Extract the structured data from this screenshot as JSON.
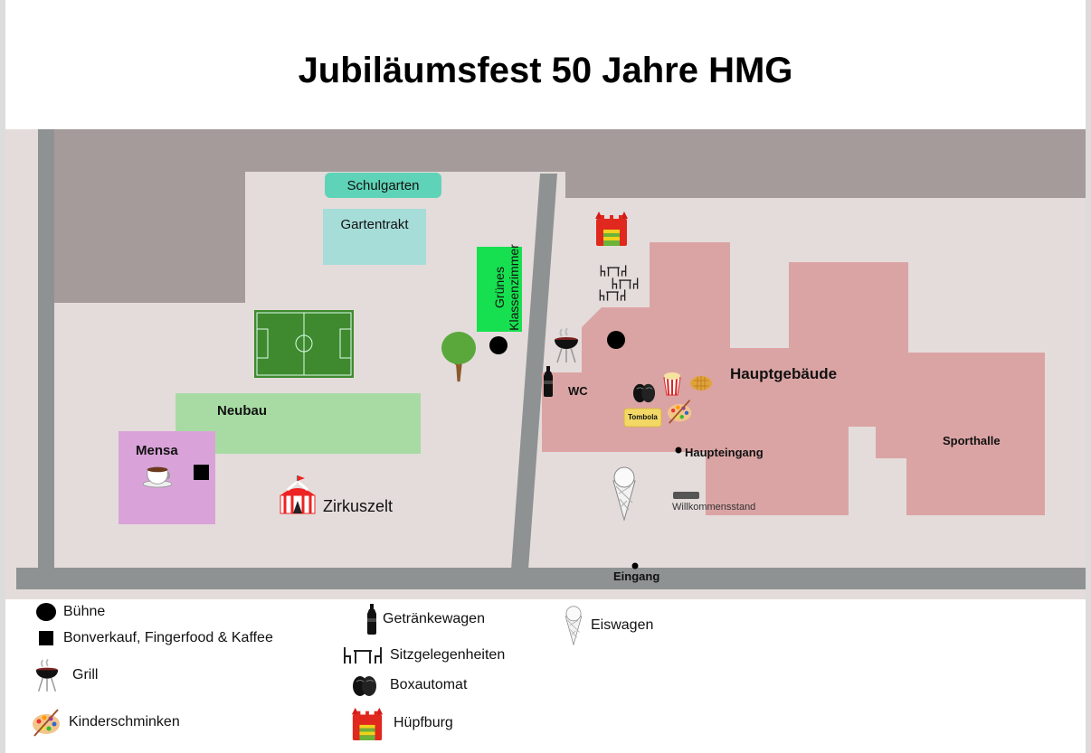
{
  "title": "Jubiläumsfest 50 Jahre HMG",
  "map": {
    "areas": {
      "schulgarten": "Schulgarten",
      "gartentrakt": "Gartentrakt",
      "gruenes_klassenzimmer": "Grünes Klassenzimmer",
      "neubau": "Neubau",
      "mensa": "Mensa",
      "zirkuszelt": "Zirkuszelt",
      "hauptgebaeude": "Hauptgebäude",
      "sporthalle": "Sporthalle",
      "wc": "WC",
      "tombola": "Tombola",
      "haupteingang": "Haupteingang",
      "willkommensstand": "Willkommensstand",
      "eingang": "Eingang"
    },
    "colors": {
      "ground": "#e4dcda",
      "roads": "#8e9292",
      "neighbor": "#a69b9b",
      "hauptgebaeude": "#dba4a4",
      "neubau": "#a8dba3",
      "mensa": "#d9a3d9",
      "gartentrakt": "#a6ddd9",
      "schulgarten": "#5fd3b7",
      "gruenes_klassenzimmer": "#17e050"
    }
  },
  "legend": {
    "buehne": "Bühne",
    "bonverkauf": "Bonverkauf, Fingerfood & Kaffee",
    "grill": "Grill",
    "kinderschminken": "Kinderschminken",
    "getraenkewagen": "Getränkewagen",
    "sitzgelegenheiten": "Sitzgelegenheiten",
    "boxautomat": "Boxautomat",
    "huepfburg": "Hüpfburg",
    "eiswagen": "Eiswagen"
  }
}
